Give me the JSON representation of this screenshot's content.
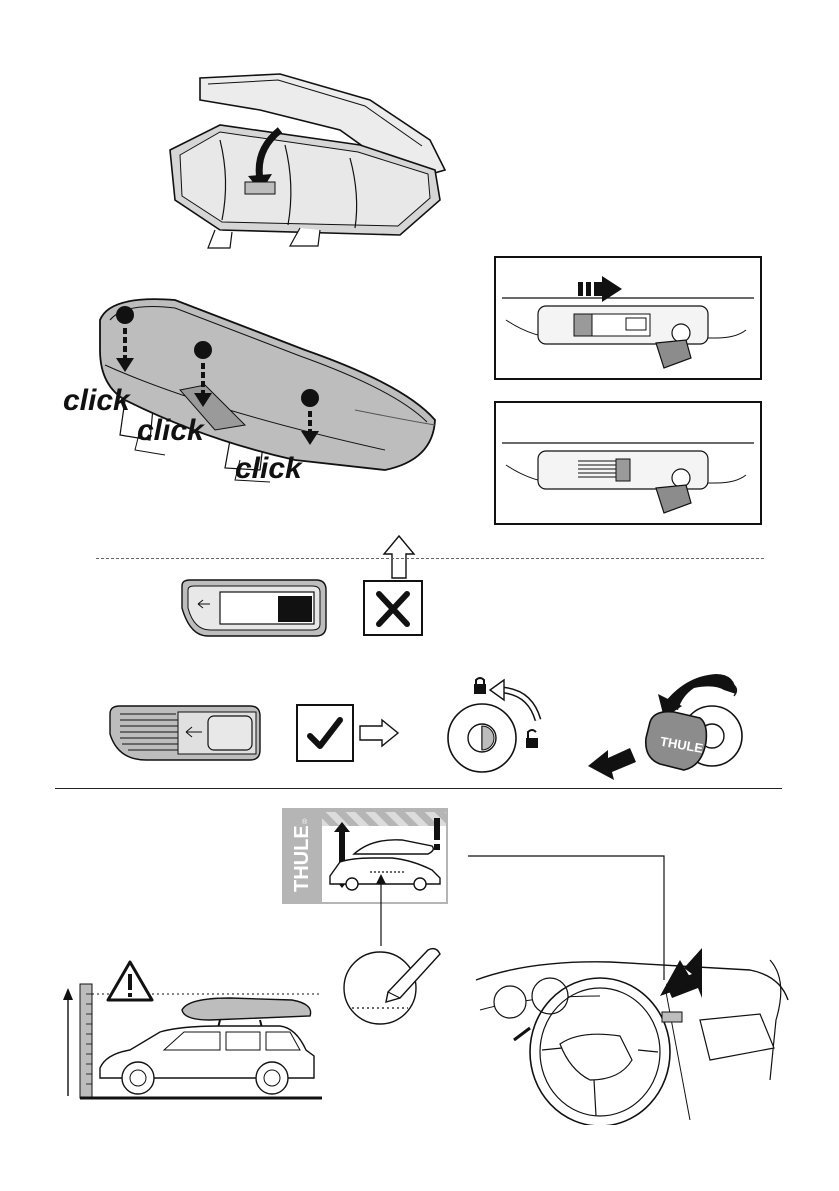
{
  "step1": {
    "click_labels": [
      "click",
      "click",
      "click"
    ]
  },
  "warning_sticker": {
    "brand": "THULE",
    "brand_mark": "®"
  },
  "key": {
    "brand": "THULE"
  },
  "colors": {
    "line": "#111111",
    "box_fill": "#bdbdbd",
    "box_dark": "#8c8c8c",
    "sticker_grey": "#b5b5b5",
    "hatch": "#d0d0d0"
  }
}
